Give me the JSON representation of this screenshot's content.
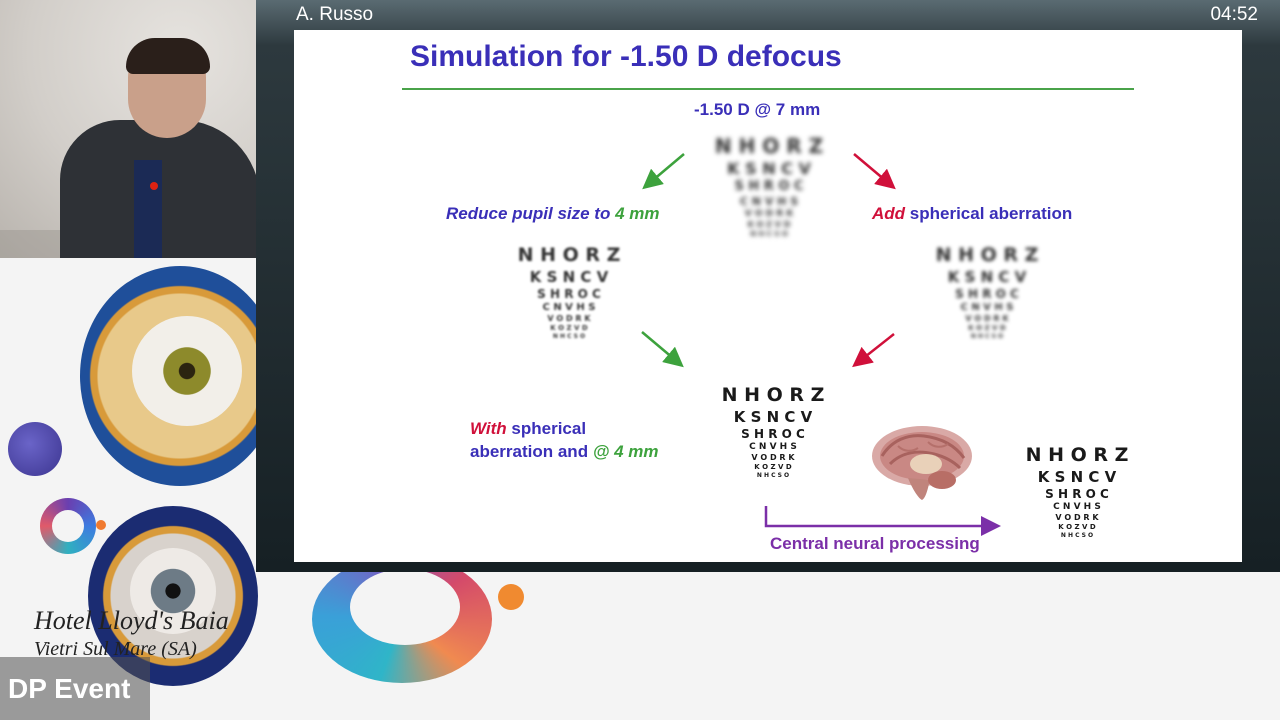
{
  "stream": {
    "presenter": "A. Russo",
    "timer": "04:52",
    "badge": "DP Event"
  },
  "branding": {
    "hotel_name": "Hotel Lloyd's Baia",
    "hotel_location": "Vietri Sul Mare (SA)"
  },
  "slide": {
    "title": "Simulation for -1.50 D defocus",
    "top_label": "-1.50 D @ 7 mm",
    "left_label": {
      "part1": "Reduce pupil size to ",
      "part2": "4 mm"
    },
    "right_label": {
      "part1": "Add",
      "part2": " spherical aberration"
    },
    "bottom_left_label": {
      "line1_part1": "With",
      "line1_part2": " spherical",
      "line2_part1": "aberration and ",
      "line2_part2": "@ 4 mm"
    },
    "neural_label": "Central neural processing",
    "eye_chart": {
      "row1": "N H O R Z",
      "row2": "K S N C V",
      "row3": "S H R O C",
      "row4": "C N V H S",
      "row5": "V O D R K",
      "row6": "K O Z V D",
      "row7": "N H C S O"
    },
    "colors": {
      "title": "#3a2fb8",
      "green": "#3da23d",
      "red": "#d0103a",
      "purple_arrow": "#7b2fa8"
    }
  }
}
